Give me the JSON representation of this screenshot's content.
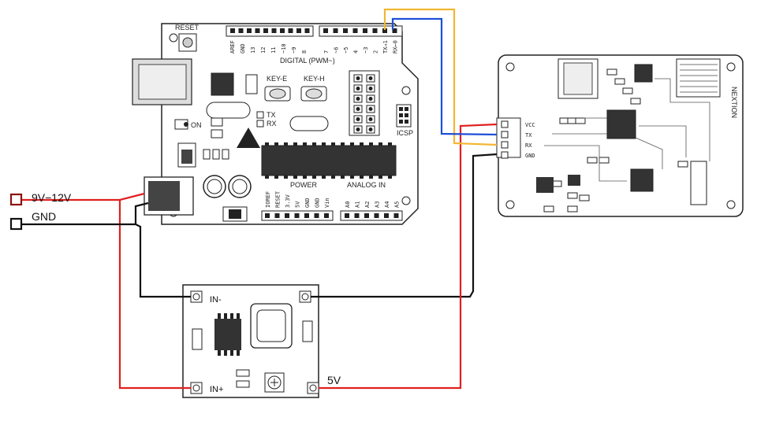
{
  "power_labels": {
    "vin": "9V−12V",
    "gnd": "GND",
    "out_5v": "5V"
  },
  "arduino": {
    "reset": "RESET",
    "digital": "DIGITAL (PWM~)",
    "digital_pins": [
      "AREF",
      "GND",
      "13",
      "12",
      "11",
      "~10",
      "~9",
      "8",
      "7",
      "~6",
      "~5",
      "4",
      "~3",
      "2",
      "TX→1",
      "RX←0"
    ],
    "key_e": "KEY-E",
    "key_h": "KEY-H",
    "tx": "TX",
    "rx": "RX",
    "on": "ON",
    "icsp": "ICSP",
    "power": "POWER",
    "analog_in": "ANALOG IN",
    "power_pins": [
      "IOREF",
      "RESET",
      "3.3V",
      "5V",
      "GND",
      "GND",
      "Vin"
    ],
    "analog_pins": [
      "A0",
      "A1",
      "A2",
      "A3",
      "A4",
      "A5"
    ]
  },
  "nextion": {
    "brand": "NEXTION",
    "pins": [
      "VCC",
      "TX",
      "RX",
      "GND"
    ]
  },
  "regulator": {
    "in_minus": "IN-",
    "in_plus": "IN+"
  },
  "wire_colors": {
    "vin": "#e0201f",
    "gnd": "#111111",
    "tx": "#f2b632",
    "rx": "#1e4fd8"
  }
}
